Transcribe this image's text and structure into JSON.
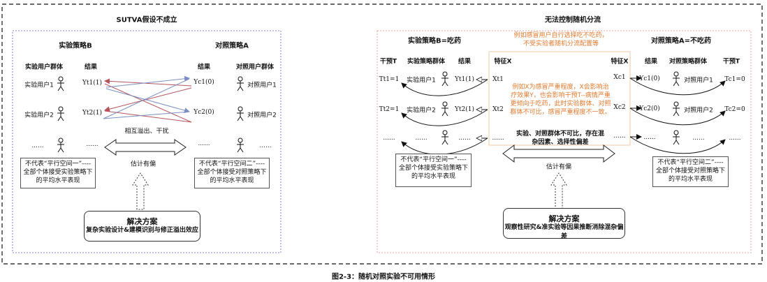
{
  "caption": "图2-3：随机对照实验不可用情形",
  "left": {
    "title": "SUTVA假设不成立",
    "treat_title": "实验策略B",
    "ctrl_title": "对照策略A",
    "h_treat_group": "实验用户群体",
    "h_treat_result": "结果",
    "h_ctrl_result": "结果",
    "h_ctrl_group": "对照用户群体",
    "treat_users": [
      "实验用户1",
      "实验用户2",
      "......"
    ],
    "treat_results": [
      "Yt1(1)",
      "Yt2(1)",
      "......"
    ],
    "ctrl_results": [
      "Yc1(0)",
      "Yc2(0)",
      "......"
    ],
    "ctrl_users": [
      "对照用户1",
      "对照用户2",
      "......"
    ],
    "interference": "相互溢出、干扰",
    "bias": "估计有偏",
    "note_left": "不代表“平行空间一”----全部个体接受实验策略下的平均水平表现",
    "note_right": "不代表“平行空间二”----全部个体接受对照策略下的平均水平表现",
    "solution_title": "解决方案",
    "solution_text": "复杂实验设计&建模识别与修正溢出效应"
  },
  "right": {
    "title": "无法控制随机分流",
    "treat_title": "实验策略B=吃药",
    "ctrl_title": "对照策略A=不吃药",
    "top_note": "例如感冒用户自行选择吃不吃药，不受实验者随机分流配置等",
    "h_t_left": "干预T",
    "h_treat_group": "实验策略群体",
    "h_treat_result": "结果",
    "h_x_left": "特征X",
    "h_x_right": "特征X",
    "h_ctrl_result": "结果",
    "h_ctrl_group": "对照策略群体",
    "h_t_right": "干预T",
    "t_left": [
      "Tt1=1",
      "Tt2=1",
      "......"
    ],
    "treat_users": [
      "实验用户1",
      "实验用户2",
      "......"
    ],
    "treat_results": [
      "Yt1(1)",
      "Yt2(1)",
      "......"
    ],
    "x_left": [
      "Xt1",
      "Xt2",
      "......"
    ],
    "x_right": [
      "Xc1",
      "Xc2",
      "......"
    ],
    "ctrl_results": [
      "Yc1(0)",
      "Yc2(0)",
      "......"
    ],
    "ctrl_users": [
      "对照用户1",
      "对照用户2",
      "......"
    ],
    "t_right": [
      "Tc1=0",
      "Tc2=0",
      "......"
    ],
    "center_note": "例如X为感冒严重程度，X会影响治疗效果Y，也会影响干预T--病情严重更倾向于吃药，此时实验群体、对照群体不可比，感冒严重程度不一致。",
    "center_conclusion": "实验、对照群体不可比，存在混杂因素、选择性偏差",
    "bias": "估计有偏",
    "note_left": "不代表“平行空间一”----全部个体接受实验策略下的平均水平表现",
    "note_right": "不代表“平行空间二”----全部个体接受对照策略下的平均水平表现",
    "solution_title": "解决方案",
    "solution_text": "观察性研究&准实验等因果推断消除混杂偏差"
  },
  "colors": {
    "red": "#b5545c",
    "blue": "#7b8fc4",
    "orange": "#e07a2e",
    "purple": "#8a7fe0",
    "pink": "#e8a0a0"
  }
}
